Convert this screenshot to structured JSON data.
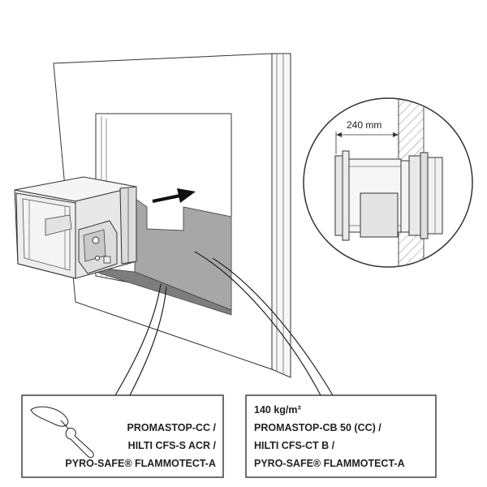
{
  "detail": {
    "dimension_label": "240 mm"
  },
  "callout_left": {
    "lines": [
      "PROMASTOP-CC /",
      "HILTI CFS-S ACR /",
      "PYRO-SAFE® FLAMMOTECT-A"
    ]
  },
  "callout_right": {
    "density": "140 kg/m³",
    "lines": [
      "PROMASTOP-CB 50 (CC) /",
      "HILTI CFS-CT B /",
      "PYRO-SAFE® FLAMMOTECT-A"
    ]
  },
  "colors": {
    "line": "#333333",
    "board_fill": "#a7a7a7",
    "board_edge": "#7d7d7d",
    "wall_fill": "#ffffff",
    "damper_fill": "#f1f1f1"
  }
}
